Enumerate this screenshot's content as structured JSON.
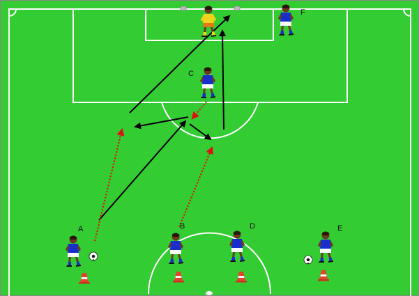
{
  "colors": {
    "pitch": "#33cc33",
    "lines": "#ffffff",
    "pass_arrow": "#000000",
    "run_arrow": "#dd1111",
    "team_shirt": "#1a2ecc",
    "goalkeeper_shirt": "#f2d21a",
    "shorts": "#ffffff",
    "skin": "#6b3a1f",
    "cone": "#e0442a"
  },
  "players": [
    {
      "id": "A",
      "label": "A",
      "role": "outfield",
      "icon": "player-icon"
    },
    {
      "id": "B",
      "label": "B",
      "role": "outfield",
      "icon": "player-icon"
    },
    {
      "id": "C",
      "label": "C",
      "role": "outfield",
      "icon": "player-icon"
    },
    {
      "id": "D",
      "label": "D",
      "role": "outfield",
      "icon": "player-icon"
    },
    {
      "id": "E",
      "label": "E",
      "role": "outfield",
      "icon": "player-icon"
    },
    {
      "id": "F",
      "label": "F",
      "role": "outfield",
      "icon": "player-icon"
    },
    {
      "id": "GK",
      "label": "",
      "role": "goalkeeper",
      "icon": "goalkeeper-icon"
    }
  ],
  "equipment": {
    "balls": [
      "ball-icon",
      "ball-icon"
    ],
    "cones": [
      "cone-icon",
      "cone-icon",
      "cone-icon",
      "cone-icon"
    ]
  }
}
